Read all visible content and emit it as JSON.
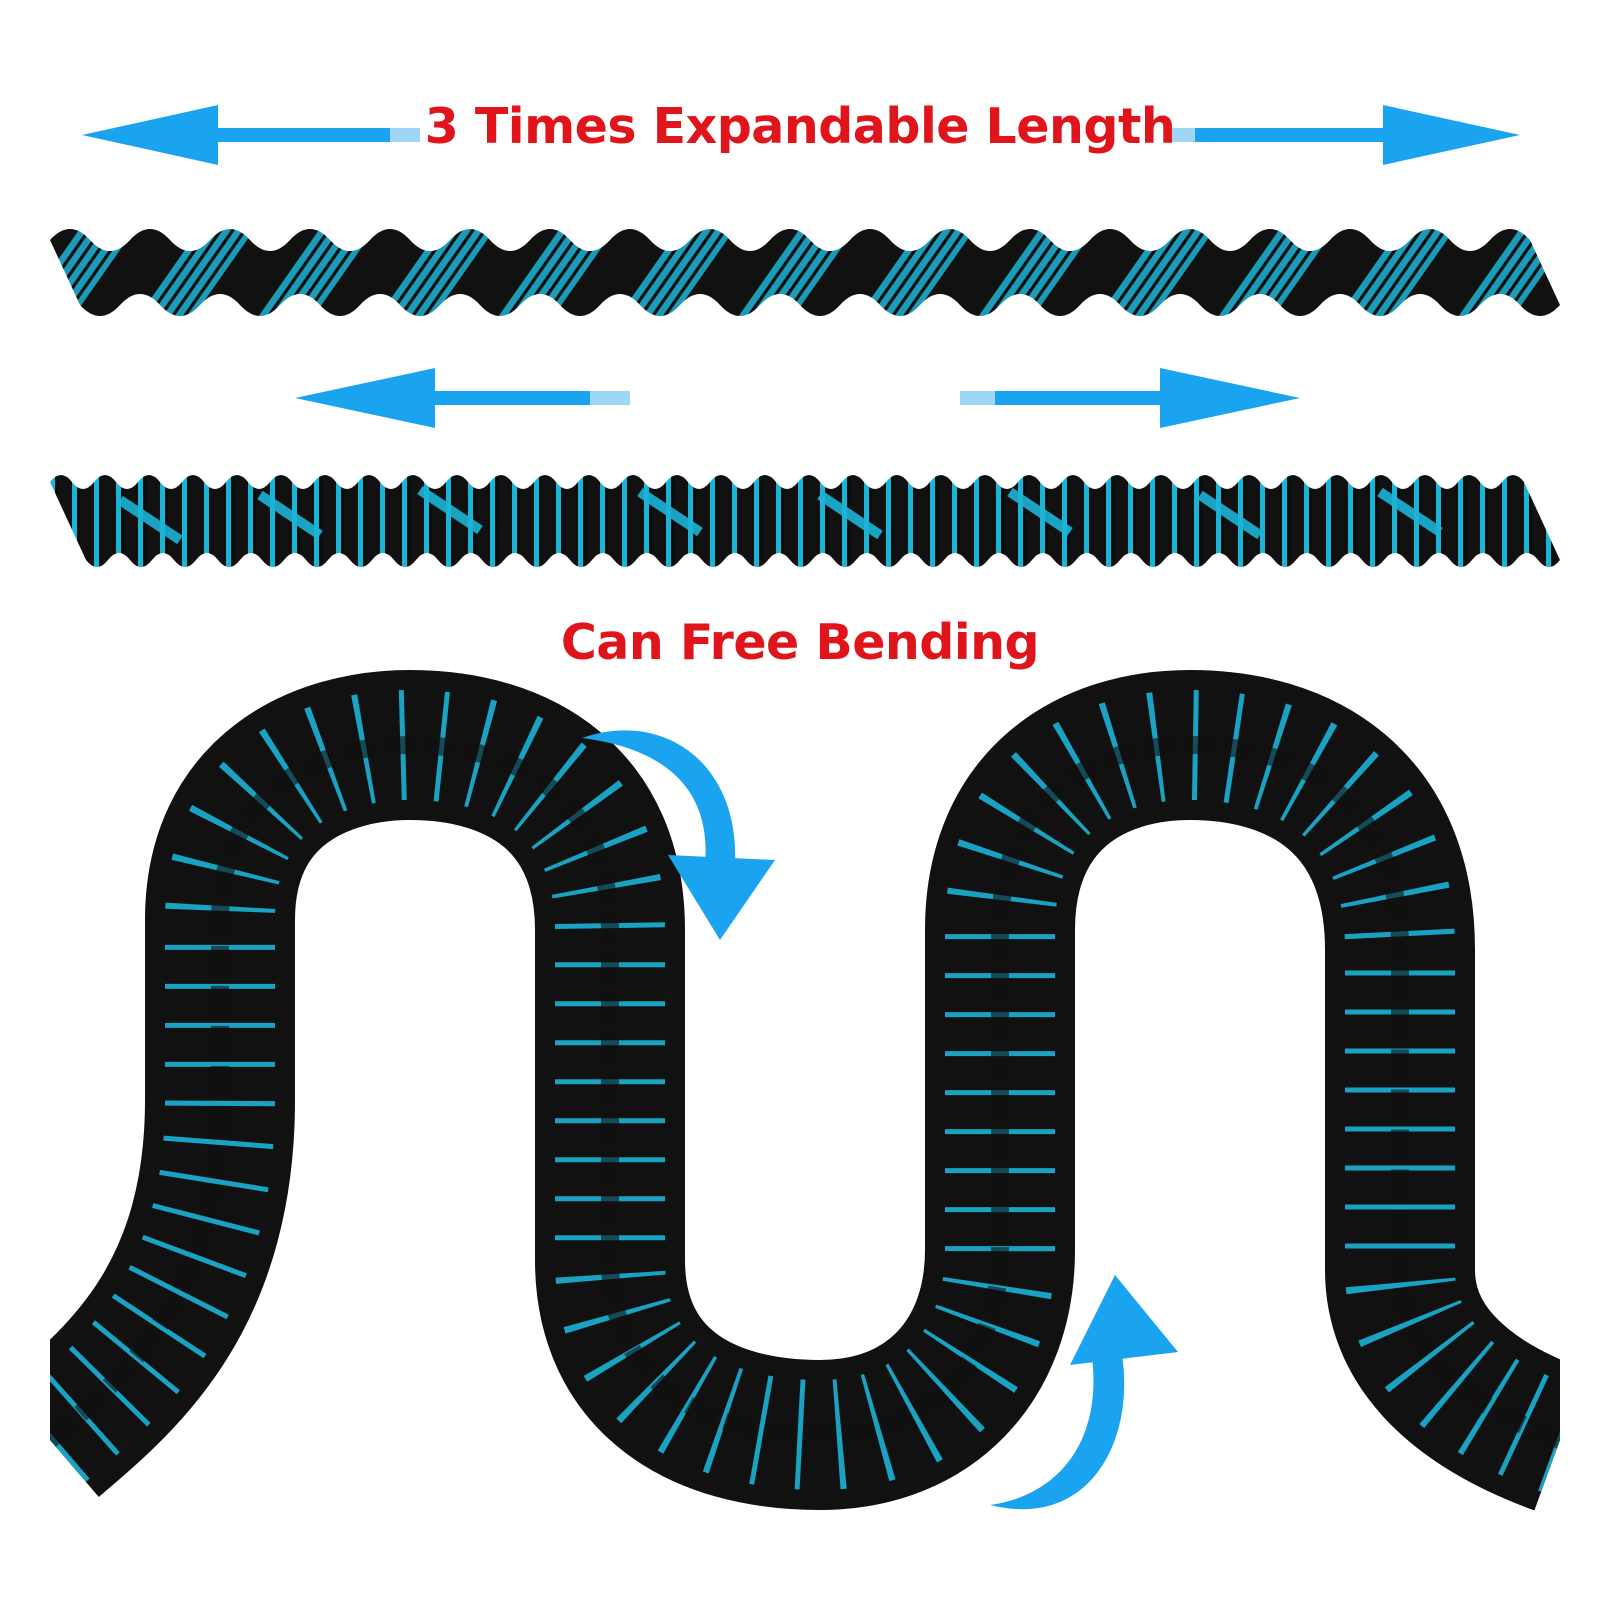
{
  "captions": {
    "expandable": "3 Times Expandable Length",
    "bending": "Can Free Bending"
  },
  "colors": {
    "caption": "#e0141b",
    "arrow": "#1aa3ee",
    "hose_black": "#111111",
    "hose_blue": "#1bb3d6",
    "background": "#ffffff"
  },
  "icons": {
    "stretch_arrows": "double-headed-arrow",
    "bend_arrows": "curved-arrow"
  }
}
